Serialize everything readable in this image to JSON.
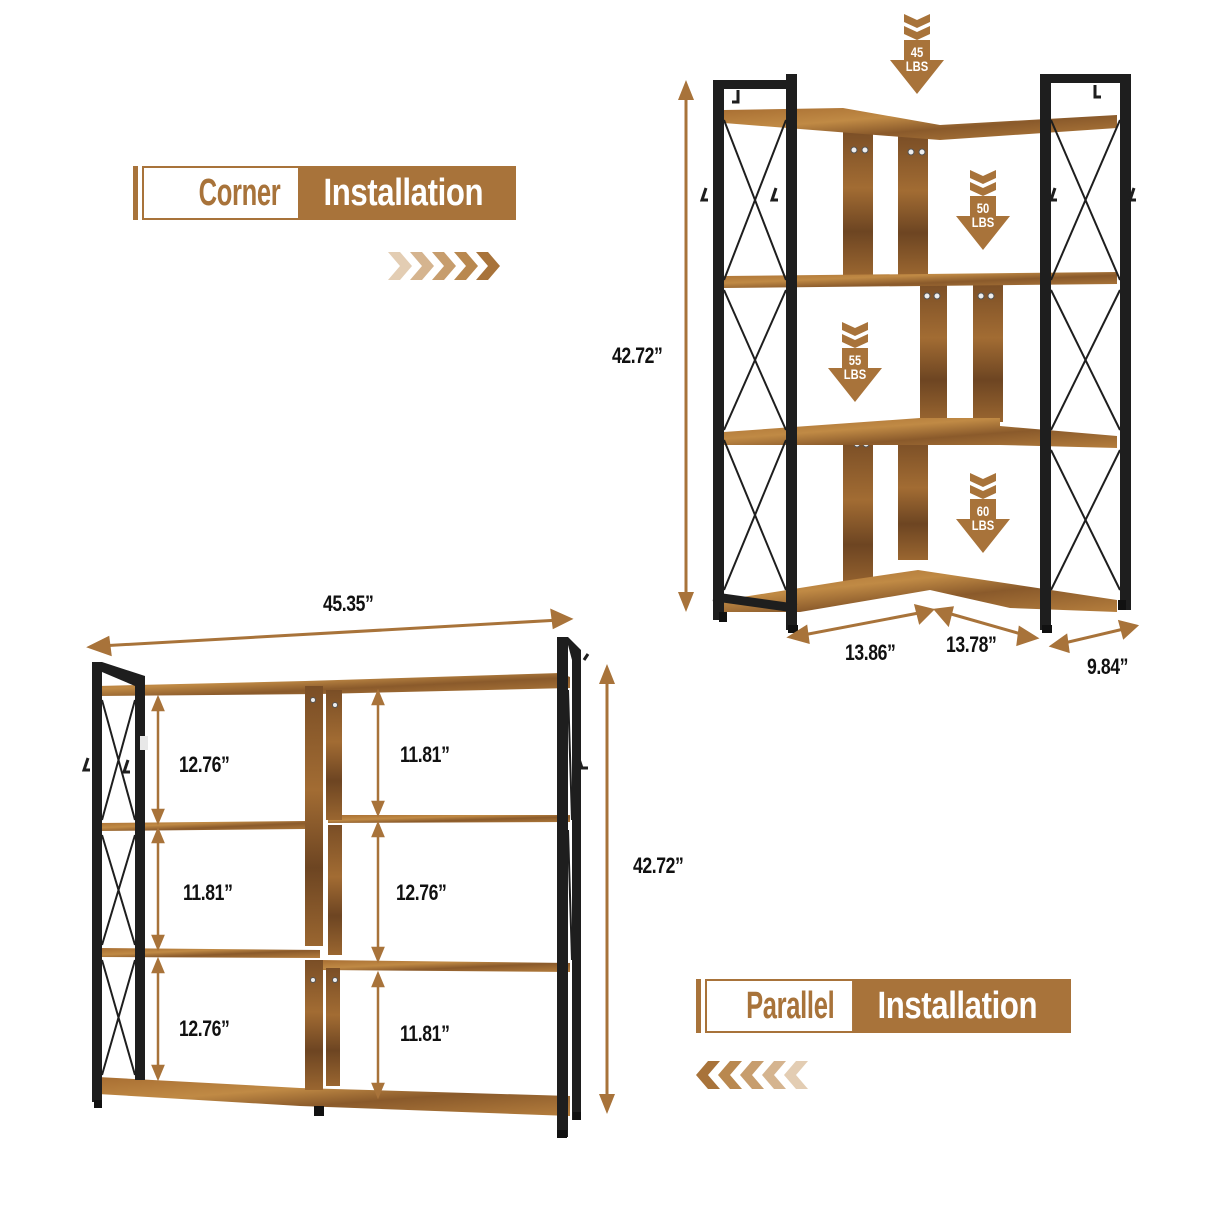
{
  "colors": {
    "accent": "#a8733a",
    "frame": "#1e1e1e",
    "wood_light": "#b8843f",
    "wood_dark": "#6a4422",
    "text": "#111111",
    "background": "#ffffff"
  },
  "corner": {
    "title_lead": "Corner",
    "title_tail": "Installation",
    "arrow_direction": "right",
    "height": "42.72”",
    "width_left": "13.86”",
    "width_right": "13.78”",
    "depth": "9.84”",
    "load_ratings": [
      {
        "value": "45",
        "unit": "LBS"
      },
      {
        "value": "50",
        "unit": "LBS"
      },
      {
        "value": "55",
        "unit": "LBS"
      },
      {
        "value": "60",
        "unit": "LBS"
      }
    ]
  },
  "parallel": {
    "title_lead": "Parallel",
    "title_tail": "Installation",
    "arrow_direction": "left",
    "total_width": "45.35”",
    "height": "42.72”",
    "left_column": [
      "12.76”",
      "11.81”",
      "12.76”"
    ],
    "right_column": [
      "11.81”",
      "12.76”",
      "11.81”"
    ]
  }
}
